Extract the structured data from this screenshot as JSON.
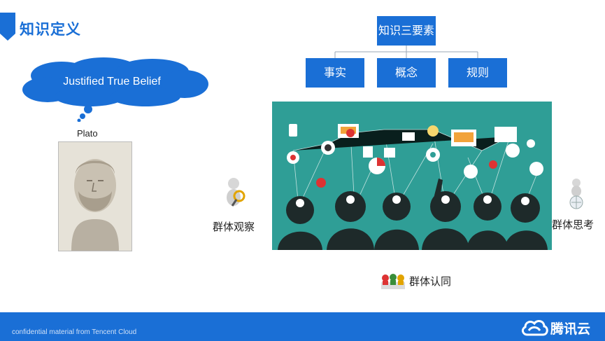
{
  "slide": {
    "title": "知识定义"
  },
  "definition": {
    "bubble_text": "Justified True Belief",
    "person_label": "Plato",
    "photo": "plato-bust"
  },
  "tree": {
    "root": "知识三要素",
    "children": [
      "事实",
      "概念",
      "规则"
    ]
  },
  "scene": {
    "image": "people-with-idea-network"
  },
  "labels": {
    "observe": "群体观察",
    "think": "群体思考",
    "agree": "群体认同"
  },
  "footer": {
    "text": "confidential material from Tencent Cloud",
    "logo_text": "腾讯云",
    "logo_icon": "cloud-logo-icon"
  },
  "colors": {
    "brand": "#1a6fd6",
    "scene_bg": "#2f9e96",
    "cloud": "#1a6fd6"
  }
}
